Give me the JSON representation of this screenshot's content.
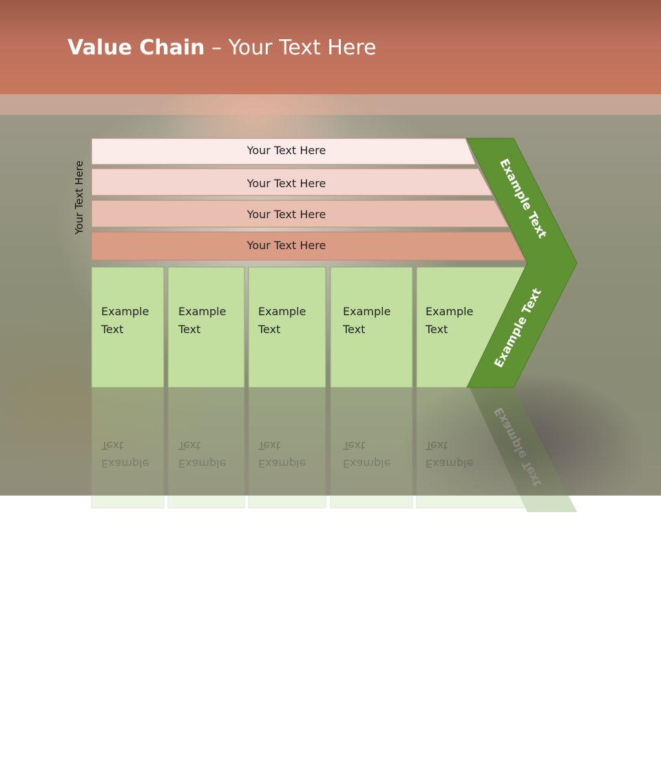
{
  "slide": {
    "title_bold": "Value Chain",
    "title_rest": " – Your Text Here",
    "side_label": "Your Text Here"
  },
  "support_rows": [
    {
      "label": "Your Text Here",
      "color": "#fbecea"
    },
    {
      "label": "Your Text Here",
      "color": "#f3d6cf"
    },
    {
      "label": "Your Text Here",
      "color": "#e9bfb1"
    },
    {
      "label": "Your Text Here",
      "color": "#db9c86"
    }
  ],
  "primary_boxes": [
    {
      "line1": "Example",
      "line2": "Text"
    },
    {
      "line1": "Example",
      "line2": "Text"
    },
    {
      "line1": "Example",
      "line2": "Text"
    },
    {
      "line1": "Example",
      "line2": "Text"
    },
    {
      "line1": "Example",
      "line2": "Text"
    }
  ],
  "arrow": {
    "upper_label": "Example Text",
    "lower_label": "Example Text",
    "color": "#5f9232"
  },
  "colors": {
    "box_fill": "#c2dfa0",
    "box_stroke": "#8fa87a",
    "header": "#c9775f"
  }
}
